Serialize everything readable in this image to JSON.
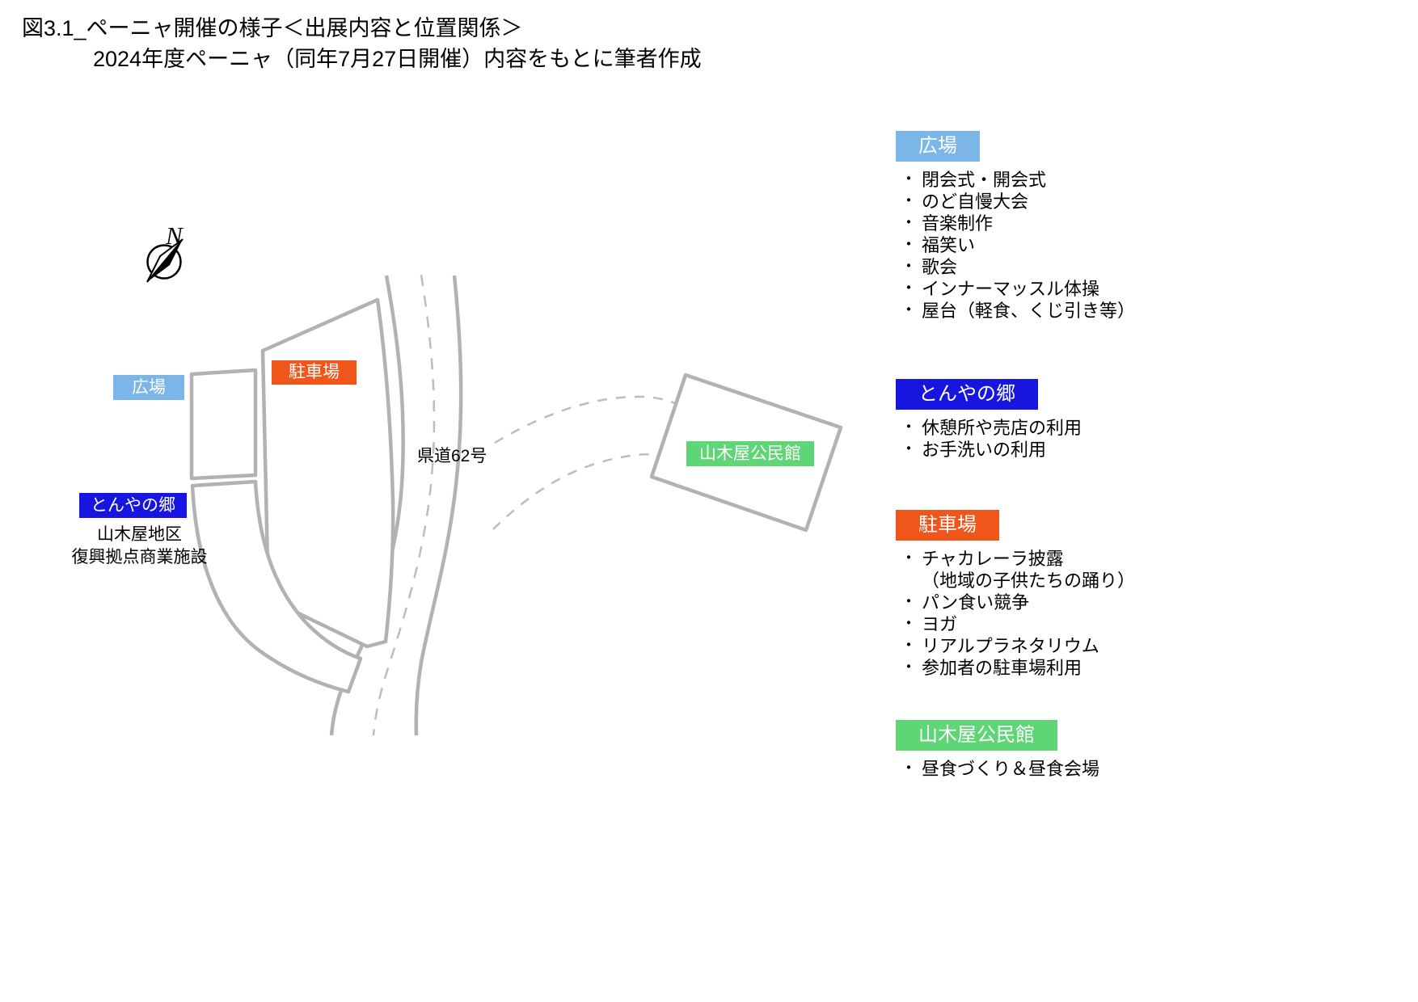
{
  "title": {
    "line1": "図3.1_ペーニャ開催の様子＜出展内容と位置関係＞",
    "line2": "2024年度ペーニャ（同年7月27日開催）内容をもとに筆者作成"
  },
  "bullet_char": "・",
  "colors": {
    "plaza": "#7CB5E8",
    "tonya": "#1616E0",
    "parking": "#F0561A",
    "hall": "#5FD675",
    "outline": "#B2B2B2",
    "dash": "#BDBDBD"
  },
  "map": {
    "compass_label": "N",
    "labels": {
      "plaza": "広場",
      "parking": "駐車場",
      "tonya": "とんやの郷",
      "hall": "山木屋公民館",
      "road": "県道62号",
      "tonya_note_line1": "山木屋地区",
      "tonya_note_line2": "復興拠点商業施設"
    }
  },
  "legend": {
    "plaza": {
      "title": "広場",
      "items": [
        "閉会式・開会式",
        "のど自慢大会",
        "音楽制作",
        "福笑い",
        "歌会",
        "インナーマッスル体操",
        "屋台（軽食、くじ引き等）"
      ]
    },
    "tonya": {
      "title": "とんやの郷",
      "items": [
        "休憩所や売店の利用",
        "お手洗いの利用"
      ]
    },
    "parking": {
      "title": "駐車場",
      "items": [
        "チャカレーラ披露\n（地域の子供たちの踊り）",
        "パン食い競争",
        "ヨガ",
        "リアルプラネタリウム",
        "参加者の駐車場利用"
      ]
    },
    "hall": {
      "title": "山木屋公民館",
      "items": [
        "昼食づくり＆昼食会場"
      ]
    }
  }
}
